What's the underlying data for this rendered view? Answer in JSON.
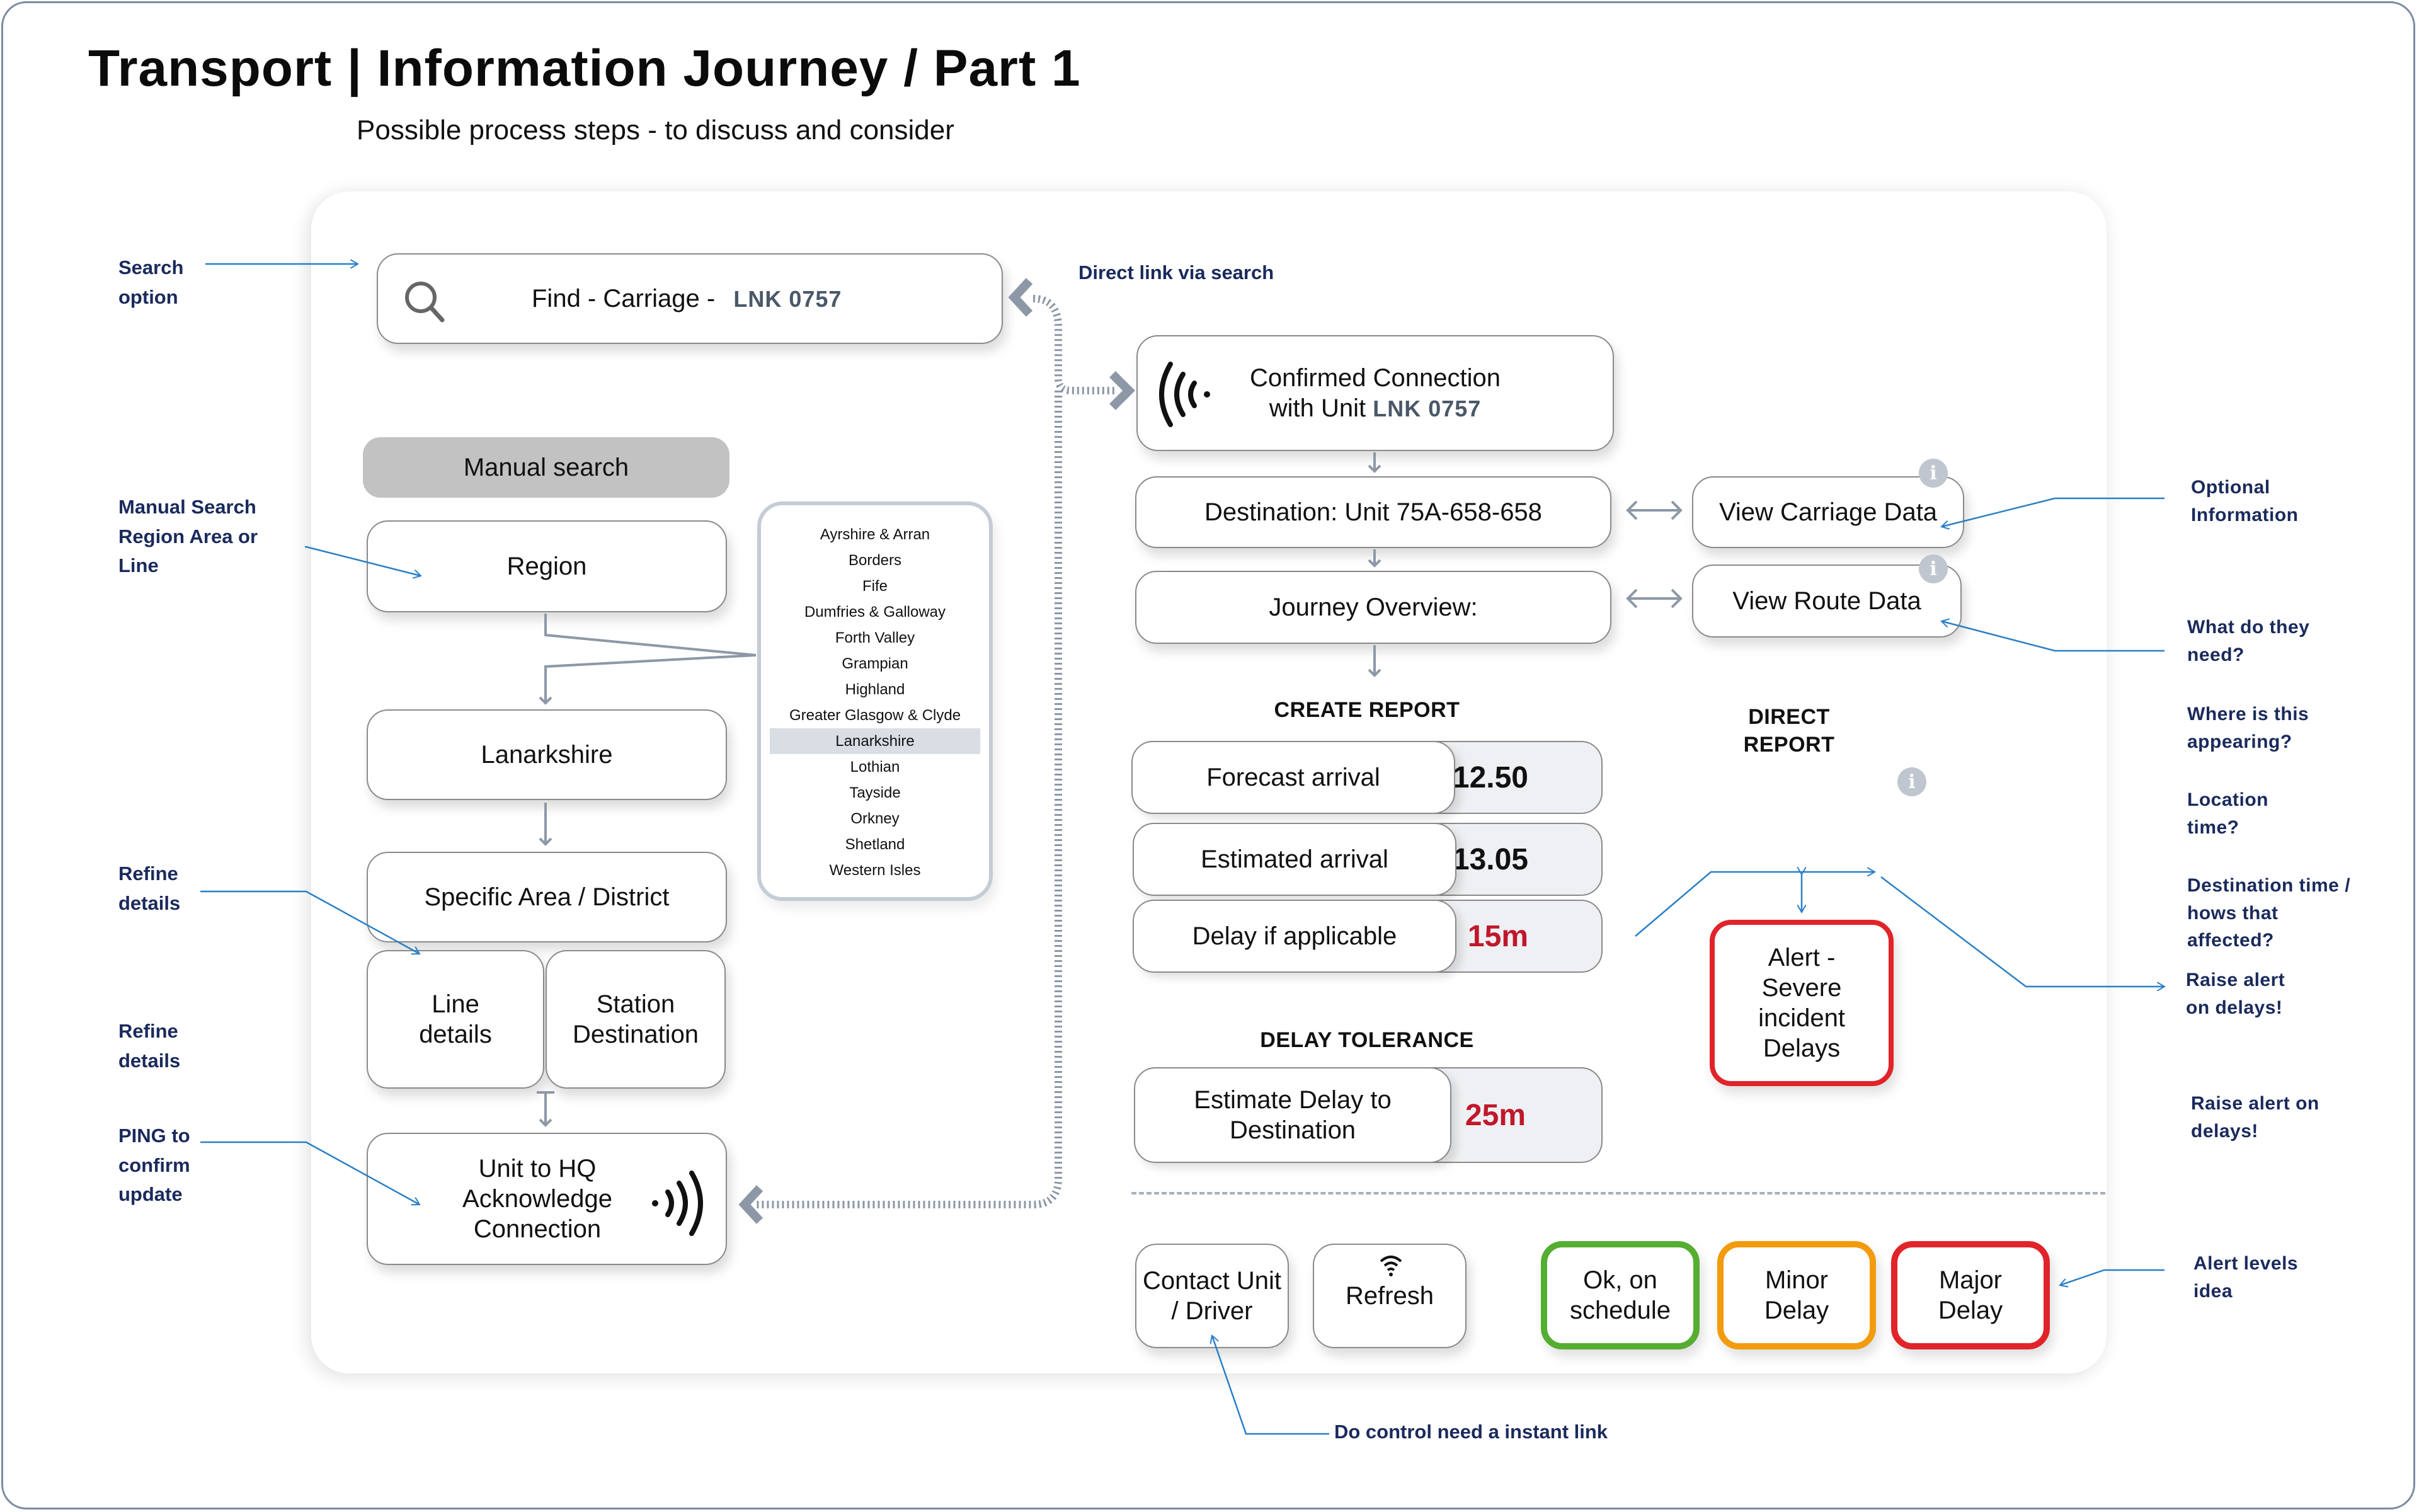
{
  "header": {
    "title": "Transport | Information Journey / Part 1",
    "subtitle": "Possible process steps - to discuss and consider"
  },
  "search": {
    "label": "Find - Carriage  -",
    "unit_code": "LNK 0757",
    "icon": "search-icon"
  },
  "manual_search": {
    "label": "Manual search",
    "region": "Region",
    "selected_region": "Lanarkshire",
    "specific_area": "Specific Area / District",
    "line_details": "Line details",
    "station_destination": "Station Destination",
    "ack": "Unit to HQ Acknowledge Connection"
  },
  "region_list": {
    "items": [
      "Ayrshire & Arran",
      "Borders",
      "Fife",
      "Dumfries & Galloway",
      "Forth Valley",
      "Grampian",
      "Highland",
      "Greater Glasgow & Clyde",
      "Lanarkshire",
      "Lothian",
      "Tayside",
      "Orkney",
      "Shetland",
      "Western Isles"
    ],
    "selected": "Lanarkshire"
  },
  "connection": {
    "line1": "Confirmed Connection",
    "line2": "with Unit",
    "unit_code": "LNK 0757",
    "icon": "signal-waves-icon"
  },
  "destination": "Destination: Unit 75A-658-658",
  "journey_overview": "Journey Overview:",
  "optional": {
    "carriage": "View Carriage Data",
    "route": "View Route Data"
  },
  "create_report": {
    "heading": "CREATE REPORT",
    "rows": [
      {
        "label": "Forecast arrival",
        "value": "12.50",
        "highlight": false
      },
      {
        "label": "Estimated arrival",
        "value": "13.05",
        "highlight": false
      },
      {
        "label": "Delay if applicable",
        "value": "15m",
        "highlight": true
      }
    ]
  },
  "delay_tolerance": {
    "heading": "DELAY TOLERANCE",
    "label": "Estimate Delay to Destination",
    "value": "25m"
  },
  "direct_report": {
    "heading": "DIRECT REPORT",
    "alert": "Alert - Severe incident Delays"
  },
  "actions": {
    "contact": "Contact Unit / Driver",
    "refresh": "Refresh"
  },
  "alert_levels": [
    {
      "label": "Ok, on schedule",
      "color": "#55ad32"
    },
    {
      "label": "Minor Delay",
      "color": "#f29b0c"
    },
    {
      "label": "Major Delay",
      "color": "#e0242a"
    }
  ],
  "annotations": {
    "search_option": "Search option",
    "manual_search": "Manual Search Region Area or Line",
    "refine1": "Refine details",
    "refine2": "Refine details",
    "ping": "PING to confirm update",
    "direct_link": "Direct link via search",
    "optional_info": "Optional Information",
    "what_need": "What do they need?",
    "where_appearing": "Where is this appearing?",
    "location_time": "Location time?",
    "destination_time": "Destination time / hows that affected?",
    "raise_alert1": "Raise alert on delays!",
    "raise_alert2": "Raise alert on delays!",
    "alert_levels": "Alert levels idea",
    "control_link": "Do control need a instant link"
  },
  "colors": {
    "annotation": "#1a2a5c",
    "annotation_line": "#2a7fc6",
    "connector": "#8d98a6",
    "alert_red": "#e0242a",
    "value_red": "#c0182b"
  }
}
